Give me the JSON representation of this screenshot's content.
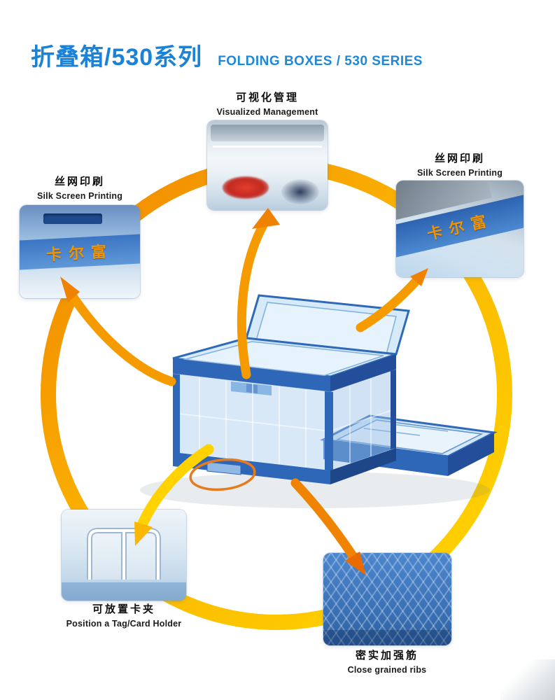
{
  "header": {
    "title_cn": "折叠箱/530系列",
    "title_en": "FOLDING BOXES / 530 SERIES"
  },
  "brand_mark": "卡尔富",
  "callouts": {
    "visualized": {
      "label_cn": "可视化管理",
      "label_en": "Visualized Management"
    },
    "silk_right": {
      "label_cn": "丝网印刷",
      "label_en": "Silk Screen Printing"
    },
    "silk_left": {
      "label_cn": "丝网印刷",
      "label_en": "Silk Screen Printing"
    },
    "card_holder": {
      "label_cn": "可放置卡夹",
      "label_en": "Position a Tag/Card Holder"
    },
    "ribs": {
      "label_cn": "密实加强筋",
      "label_en": "Close grained ribs"
    }
  },
  "colors": {
    "title_blue": "#1b82d6",
    "ring_orange": "#f08300",
    "ring_yellow": "#ffd800",
    "box_blue": "#2e66b8",
    "brand_orange": "#f29400"
  }
}
